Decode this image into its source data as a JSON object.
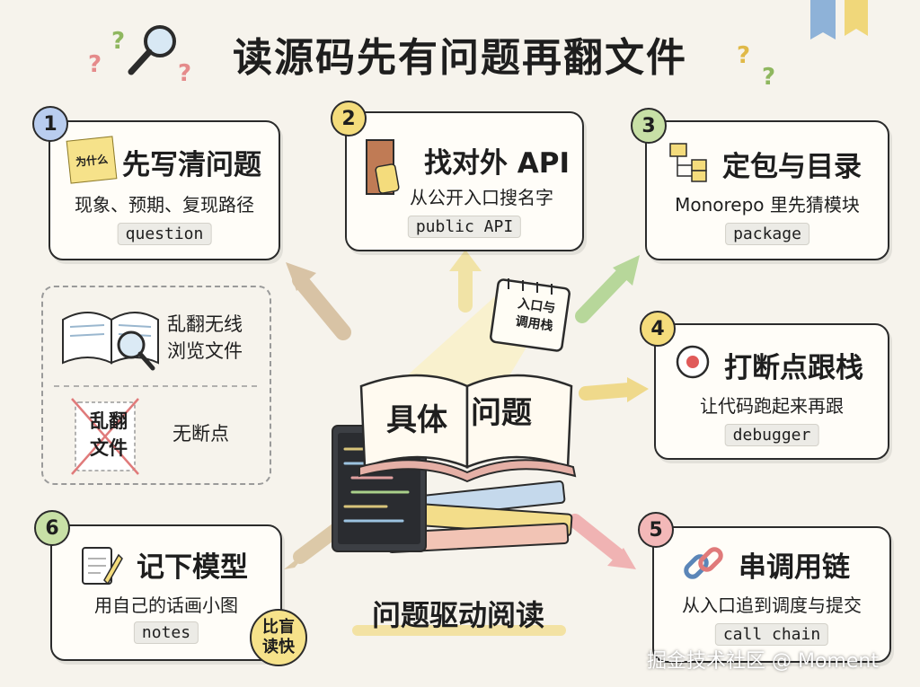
{
  "title": "读源码先有问题再翻文件",
  "steps": [
    {
      "num": "1",
      "title": "先写清问题",
      "subtitle": "现象、预期、复现路径",
      "tag": "question",
      "sticky": "为什么"
    },
    {
      "num": "2",
      "title": "找对外 API",
      "subtitle": "从公开入口搜名字",
      "tag": "public API"
    },
    {
      "num": "3",
      "title": "定包与目录",
      "subtitle": "Monorepo 里先猜模块",
      "tag": "package"
    },
    {
      "num": "4",
      "title": "打断点跟栈",
      "subtitle": "让代码跑起来再跟",
      "tag": "debugger"
    },
    {
      "num": "5",
      "title": "串调用链",
      "subtitle": "从入口追到调度与提交",
      "tag": "call chain"
    },
    {
      "num": "6",
      "title": "记下模型",
      "subtitle": "用自己的话画小图",
      "tag": "notes"
    }
  ],
  "anti": {
    "browse_label": "乱翻无线\n浏览文件",
    "crossed_label": "乱翻\n文件",
    "no_break_label": "无断点"
  },
  "center": {
    "book_left": "具体",
    "book_right": "问题",
    "notepad": "入口与\n调用栈",
    "caption": "问题驱动阅读"
  },
  "badge": "比盲\n读快",
  "watermark": "掘金技术社区 @ Moment",
  "colors": {
    "step1": "#b9cdef",
    "step2": "#f4dc7c",
    "step3": "#c8e0a6",
    "step4": "#f4dc7c",
    "step5": "#f3b8b8",
    "step6": "#c8e0a6"
  }
}
